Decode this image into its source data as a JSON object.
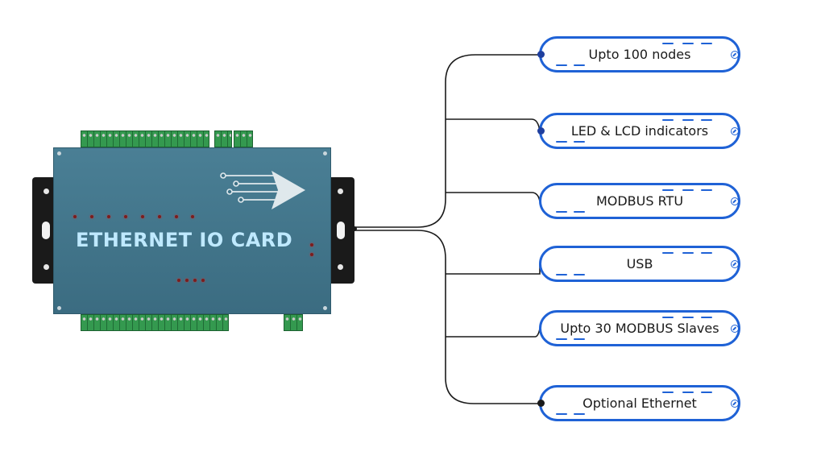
{
  "device": {
    "title": "ETHERNET IO CARD"
  },
  "features": [
    {
      "label": "Upto 100 nodes"
    },
    {
      "label": "LED & LCD indicators"
    },
    {
      "label": "MODBUS RTU"
    },
    {
      "label": "USB"
    },
    {
      "label": "Upto 30 MODBUS Slaves"
    },
    {
      "label": "Optional Ethernet"
    }
  ],
  "colors": {
    "pill_border": "#1f62d6",
    "device_body": "#3f7287",
    "device_title": "#bfe9ff",
    "terminal_green": "#2e8a47",
    "connector_line": "#1a1a1a"
  }
}
